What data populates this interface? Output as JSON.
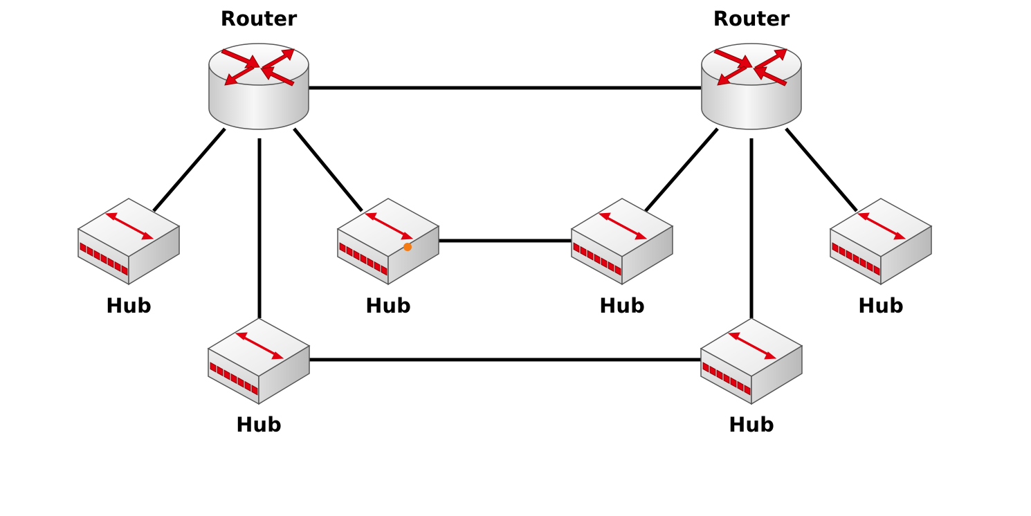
{
  "diagram": {
    "colors": {
      "link": "#000000",
      "accent": "#e0000f",
      "device_top": "#f2f2f2",
      "device_side": "#d9d9d9",
      "indicator": "#f47a14"
    },
    "nodes": {
      "router_left": {
        "label": "Router",
        "icon": "router-icon"
      },
      "router_right": {
        "label": "Router",
        "icon": "router-icon"
      },
      "hub_1": {
        "label": "Hub",
        "icon": "hub-icon"
      },
      "hub_2": {
        "label": "Hub",
        "icon": "hub-icon"
      },
      "hub_3": {
        "label": "Hub",
        "icon": "hub-icon"
      },
      "hub_4": {
        "label": "Hub",
        "icon": "hub-icon"
      },
      "hub_5": {
        "label": "Hub",
        "icon": "hub-icon"
      },
      "hub_6": {
        "label": "Hub",
        "icon": "hub-icon"
      }
    },
    "links": [
      [
        "router_left",
        "router_right"
      ],
      [
        "router_left",
        "hub_1"
      ],
      [
        "router_left",
        "hub_5"
      ],
      [
        "router_left",
        "hub_2"
      ],
      [
        "hub_2",
        "hub_3"
      ],
      [
        "router_right",
        "hub_3"
      ],
      [
        "router_right",
        "hub_6"
      ],
      [
        "router_right",
        "hub_4"
      ],
      [
        "hub_5",
        "hub_6"
      ]
    ]
  }
}
